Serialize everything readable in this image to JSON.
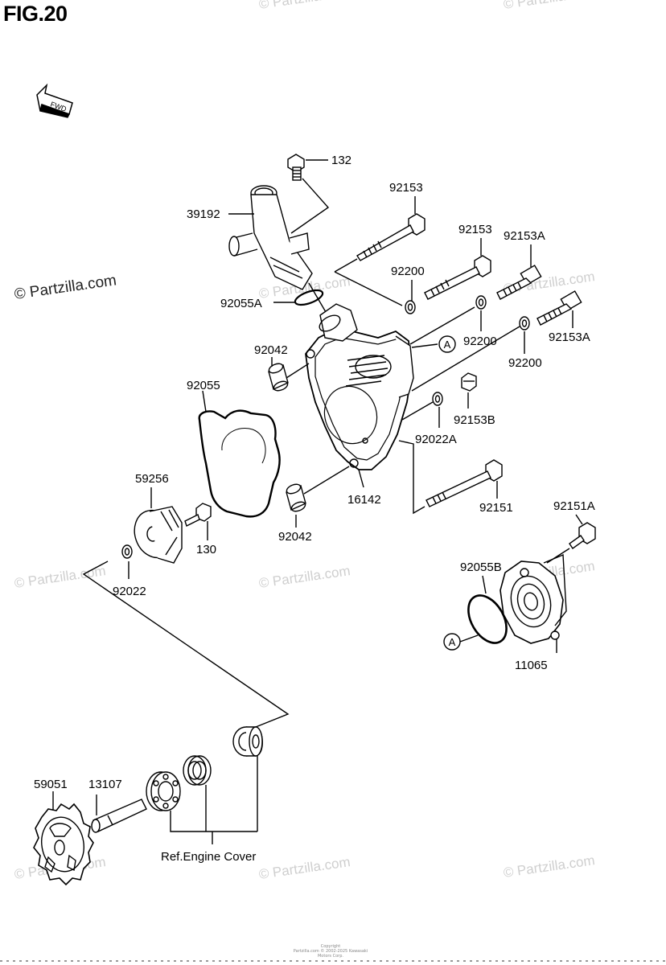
{
  "figure": {
    "title": "FIG.20",
    "fwd_label": "FWD"
  },
  "watermark": {
    "text": "© Partzilla.com"
  },
  "copyright": {
    "line1": "Copyright",
    "line2": "Partzilla.com © 2002-2025 Kawasaki Motors Corp."
  },
  "callouts": {
    "c132": "132",
    "c39192": "39192",
    "c92153_top": "92153",
    "c92153_mid": "92153",
    "c92153A_1": "92153A",
    "c92200_1": "92200",
    "c92200_2": "92200",
    "c92200_3": "92200",
    "c92153A_2": "92153A",
    "c92055A": "92055A",
    "c92042_1": "92042",
    "c92055": "92055",
    "c92153B": "92153B",
    "c92022A": "92022A",
    "c16142": "16142",
    "c92151": "92151",
    "c92042_2": "92042",
    "c59256": "59256",
    "c130": "130",
    "c92022": "92022",
    "c92151A": "92151A",
    "c92055B": "92055B",
    "c11065": "11065",
    "c59051": "59051",
    "c13107": "13107",
    "ref_engine_cover": "Ref.Engine Cover",
    "marker_A1": "A",
    "marker_A2": "A"
  }
}
